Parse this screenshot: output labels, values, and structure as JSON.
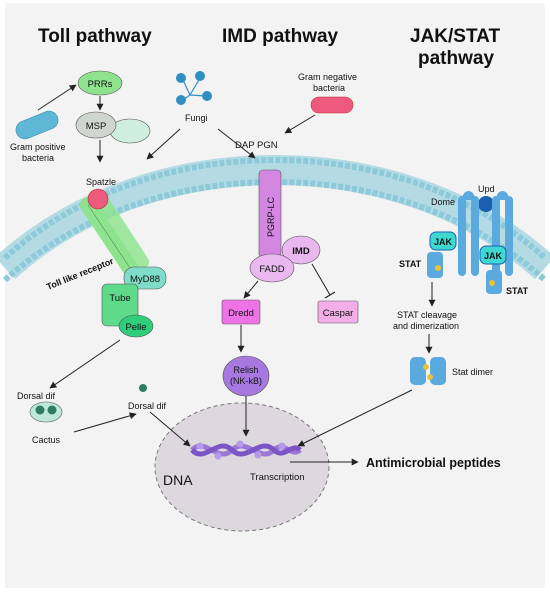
{
  "titles": {
    "toll": "Toll pathway",
    "imd": "IMD pathway",
    "jak_line1": "JAK/STAT",
    "jak_line2": "pathway"
  },
  "toll": {
    "prrs": "PRRs",
    "msp": "MSP",
    "gram_positive_line1": "Gram positive",
    "gram_positive_line2": "bacteria",
    "spatzle": "Spatzle",
    "toll_like_receptor": "Toll like receptor",
    "myd88": "MyD88",
    "tube": "Tube",
    "pelle": "Pelle",
    "dorsal_dif_left": "Dorsal dif",
    "dorsal_dif_right": "Dorsal dif",
    "cactus": "Cactus"
  },
  "imd": {
    "fungi": "Fungi",
    "gram_negative_line1": "Gram negative",
    "gram_negative_line2": "bacteria",
    "dap_pgn": "DAP PGN",
    "pgrp_lc": "PGRP-LC",
    "imd": "IMD",
    "fadd": "FADD",
    "dredd": "Dredd",
    "caspar": "Caspar",
    "relish_line1": "Relish",
    "relish_line2": "(NK-kB)"
  },
  "jak": {
    "upd": "Upd",
    "dome": "Dome",
    "jak_left": "JAK",
    "jak_right": "JAK",
    "stat_left": "STAT",
    "stat_right": "STAT",
    "cleavage_line1": "STAT cleavage",
    "cleavage_line2": "and dimerization",
    "stat_dimer": "Stat dimer"
  },
  "nucleus": {
    "dna": "DNA",
    "transcription": "Transcription",
    "antimicrobial": "Antimicrobial peptides"
  },
  "colors": {
    "background": "#f3f3f3",
    "membrane_head": "#8cc9d9",
    "membrane_tail": "#b4dbe4",
    "nucleus": "#dcd8de",
    "dna": "#9a77d6",
    "green_light": "#8fe38f",
    "green_mid": "#5fd98a",
    "teal_light": "#cfeee0",
    "pink": "#ee5a7c",
    "pgrp": "#d487e0",
    "imd_pink": "#e8b8ee",
    "magenta": "#ee73e6",
    "purple": "#a779e0",
    "caspar": "#f3aee7",
    "jak_blue": "#5aa9df",
    "jak_dark": "#1a5fb0",
    "jak_teal": "#3ed8d0",
    "stat_yellow": "#e8c23a",
    "bacteria_blue": "#5fb7d6",
    "fungi_blue": "#2f8fc2",
    "dorsal_dot": "#2e7d60"
  }
}
